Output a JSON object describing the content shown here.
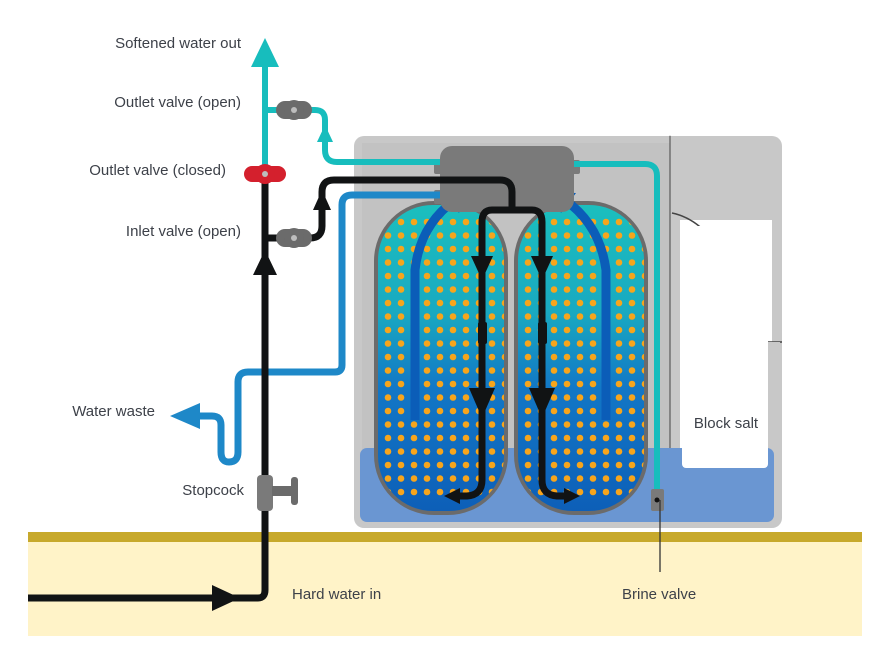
{
  "title": "Water softener regeneration diagram",
  "colors": {
    "softened": "#17bdbd",
    "hard": "#111314",
    "waste": "#1e88c8",
    "flow_arrow": "#0b5db8",
    "valve_closed": "#d4202d",
    "valve_open": "#6b6b6b",
    "resin_bead": "#f7a51c",
    "brine": "#6a96d2",
    "ground": "#fff3c8",
    "ground_edge": "#c7a92c",
    "cabinet": "#c8c8c8"
  },
  "labels": {
    "softened_out": "Softened water out",
    "outlet_open": "Outlet valve (open)",
    "outlet_closed": "Outlet valve (closed)",
    "inlet_open": "Inlet valve (open)",
    "water_waste": "Water waste",
    "stopcock": "Stopcock",
    "hard_water_in": "Hard water in",
    "block_salt": "Block salt",
    "brine_valve": "Brine valve"
  },
  "components": [
    {
      "name": "softened-outlet-pipe",
      "flow": "softened water"
    },
    {
      "name": "outlet-valve",
      "state": "open"
    },
    {
      "name": "bypass-valve",
      "state": "closed"
    },
    {
      "name": "inlet-valve",
      "state": "open"
    },
    {
      "name": "waste-pipe",
      "flow": "water waste"
    },
    {
      "name": "stopcock",
      "state": "open"
    },
    {
      "name": "hard-water-inlet",
      "flow": "hard water in"
    },
    {
      "name": "resin-tank-left"
    },
    {
      "name": "resin-tank-right"
    },
    {
      "name": "control-head"
    },
    {
      "name": "brine-tank",
      "contents": "Block salt"
    },
    {
      "name": "brine-valve"
    }
  ]
}
